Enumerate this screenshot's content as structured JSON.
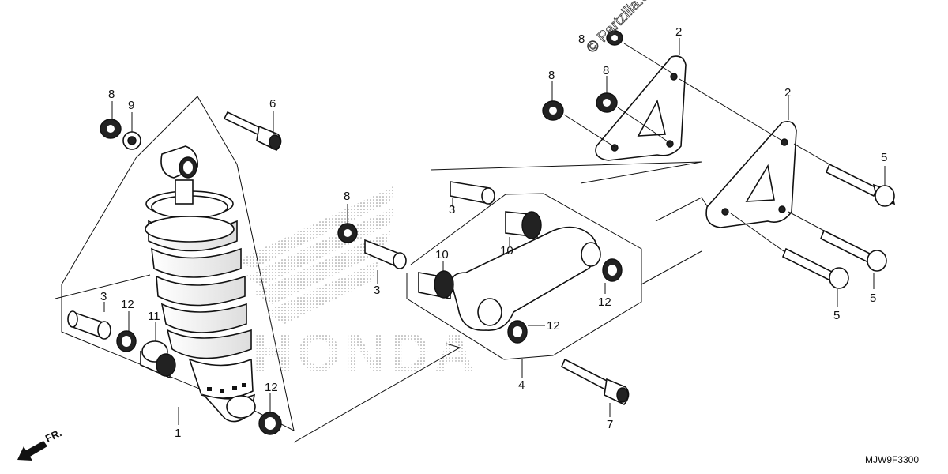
{
  "watermark": "© Partzilla.com",
  "diagram_code": "MJW9F3300",
  "direction_label": "FR.",
  "brand_mark": "HONDA",
  "callouts": {
    "c1": "1",
    "c2a": "2",
    "c2b": "2",
    "c3a": "3",
    "c3b": "3",
    "c3c": "3",
    "c4": "4",
    "c5a": "5",
    "c5b": "5",
    "c5c": "5",
    "c6": "6",
    "c7": "7",
    "c8a": "8",
    "c8b": "8",
    "c8c": "8",
    "c8d": "8",
    "c8e": "8",
    "c9": "9",
    "c10a": "10",
    "c10b": "10",
    "c11": "11",
    "c12a": "12",
    "c12b": "12",
    "c12c": "12",
    "c12d": "12"
  }
}
